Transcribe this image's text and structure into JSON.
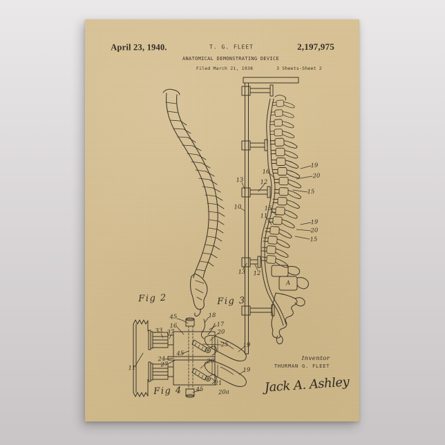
{
  "poster": {
    "header": {
      "date": "April 23, 1940.",
      "inventor_short": "T. G. FLEET",
      "patent_number": "2,197,975",
      "title": "ANATOMICAL DEMONSTRATING DEVICE",
      "filed_line": "Filed March 21, 1938",
      "sheet_line": "3 Sheets-Sheet 2"
    },
    "figures": {
      "fig2": {
        "caption": "Fig 2"
      },
      "fig3": {
        "caption": "Fig 3",
        "labels": [
          "16",
          "13",
          "12",
          "19",
          "20",
          "15",
          "10",
          "16",
          "11",
          "19",
          "20",
          "15",
          "13",
          "12",
          "A"
        ]
      },
      "fig4": {
        "caption": "Fig 4",
        "labels": [
          "45",
          "16",
          "18",
          "17",
          "33",
          "37",
          "20",
          "25",
          "19",
          "45",
          "24",
          "27",
          "11",
          "26",
          "21",
          "19",
          "45",
          "20a"
        ]
      }
    },
    "footer": {
      "inventor_caption": "Inventor",
      "inventor_name": "THURMAN G. FLEET",
      "signature": "Jack A. Ashley"
    },
    "colors": {
      "paper": "#d5bf92",
      "ink": "#3a332a",
      "background": "#d5d1d2"
    }
  }
}
